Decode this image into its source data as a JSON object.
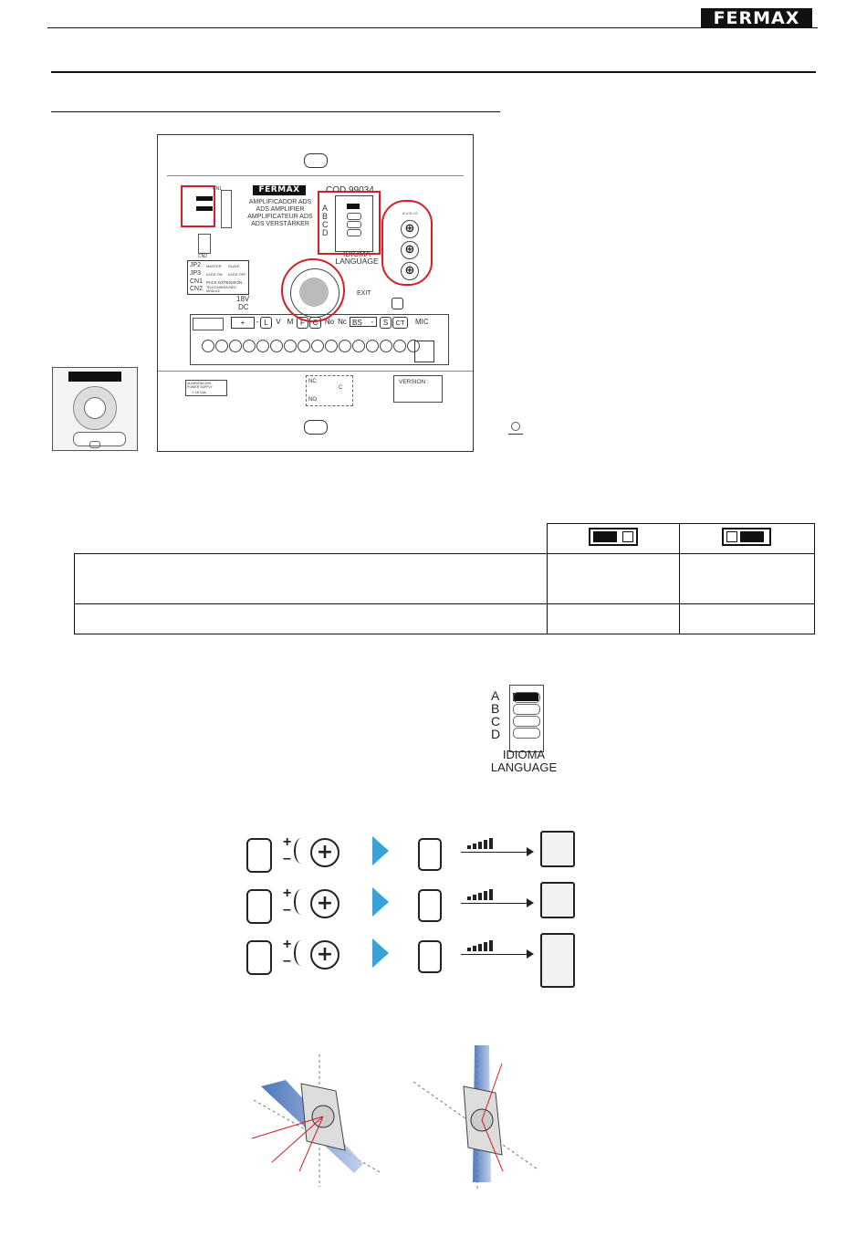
{
  "header": {
    "brand": "FERMAX"
  },
  "panel": {
    "brand": "FERMAX",
    "cod": "COD 99034",
    "amp_lines": [
      "AMPLIFICADOR ADS",
      "ADS AMPLIFIER",
      "AMPLIFICATEUR ADS",
      "ADS VERSTÄRKER"
    ],
    "cn1": "CN1",
    "cn2": "CN2",
    "jp2": "JP2",
    "jp3": "JP3",
    "jp2_labels": [
      "MASTER",
      "SLAVE"
    ],
    "jp3_labels": [
      "LEDS ON",
      "LEDS OFF"
    ],
    "cn1_label": "PACK EXTENSION",
    "cn2_label": "TELECAMERA INFO MODULE",
    "dc": [
      "18V",
      "DC"
    ],
    "abcd": [
      "A",
      "B",
      "C",
      "D"
    ],
    "idioma": "IDIOMA",
    "language": "LANGUAGE",
    "audio": "AUDIO",
    "exit": "EXIT",
    "terminals": [
      "+",
      "-",
      "L",
      "V",
      "M",
      "F",
      "C",
      "No",
      "Nc",
      "BS",
      "-",
      "S",
      "CT"
    ],
    "mic": "MIC",
    "power": [
      "ALIMENTACION",
      "POWER SUPPLY",
      "+  18 Vdc"
    ],
    "relay": [
      "NC",
      "C",
      "NO"
    ],
    "version": "VERSION :"
  },
  "language_selector": {
    "abcd": [
      "A",
      "B",
      "C",
      "D"
    ],
    "idioma": "IDIOMA",
    "language": "LANGUAGE"
  },
  "volume_controls": {
    "plus": "+",
    "minus": "–"
  }
}
